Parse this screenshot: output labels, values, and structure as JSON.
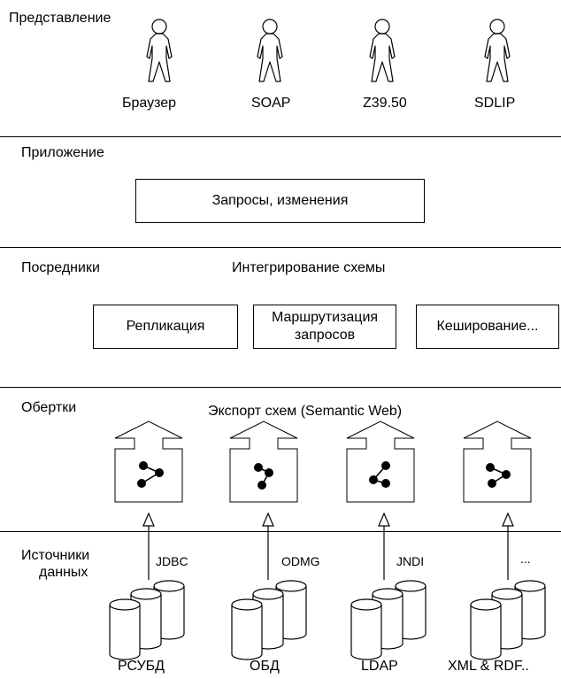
{
  "layers": {
    "presentation": {
      "title": "Представление",
      "actors": [
        "Браузер",
        "SOAP",
        "Z39.50",
        "SDLIP"
      ]
    },
    "application": {
      "title": "Приложение",
      "box_label": "Запросы, изменения"
    },
    "mediators": {
      "title": "Посредники",
      "subtitle": "Интегрирование схемы",
      "boxes": [
        "Репликация",
        "Маршрутизация запросов",
        "Кеширование..."
      ]
    },
    "wrappers": {
      "title": "Обертки",
      "subtitle": "Экспорт схем (Semantic Web)"
    },
    "sources": {
      "title_line1": "Источники",
      "title_line2": "данных",
      "protocols": [
        "JDBC",
        "ODMG",
        "JNDI",
        "..."
      ],
      "databases": [
        "РСУБД",
        "ОБД",
        "LDAP",
        "XML & RDF.."
      ]
    }
  }
}
